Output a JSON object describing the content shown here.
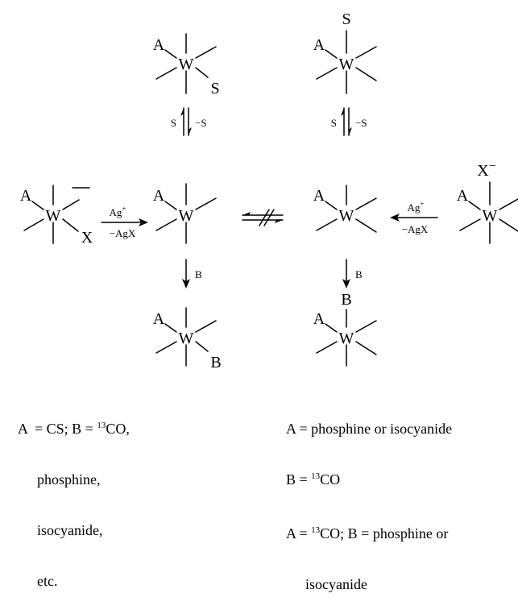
{
  "complexes": {
    "top_left": {
      "metal": "W",
      "ligand_a": "A",
      "ligand_b": "S"
    },
    "top_right": {
      "metal": "W",
      "ligand_a": "A",
      "ligand_b": "S"
    },
    "mid_far_left": {
      "metal": "W",
      "ligand_a": "A",
      "ligand_x": "X",
      "charge": "−"
    },
    "mid_left": {
      "metal": "W",
      "ligand_a": "A"
    },
    "mid_right": {
      "metal": "W",
      "ligand_a": "A"
    },
    "mid_far_right": {
      "metal": "W",
      "ligand_a": "A",
      "ligand_x": "X",
      "charge": "−"
    },
    "bottom_left": {
      "metal": "W",
      "ligand_a": "A",
      "ligand_b": "B"
    },
    "bottom_right": {
      "metal": "W",
      "ligand_a": "A",
      "ligand_b": "B"
    }
  },
  "arrows": {
    "solvent_left": {
      "forward": "S",
      "reverse": "−S"
    },
    "solvent_right": {
      "forward": "S",
      "reverse": "−S"
    },
    "silver_left": {
      "reagent": "Ag",
      "reagent_sup": "+",
      "byproduct": "−AgX"
    },
    "silver_right": {
      "reagent": "Ag",
      "reagent_sup": "+",
      "byproduct": "−AgX"
    },
    "add_b_left": {
      "reagent": "B"
    },
    "add_b_right": {
      "reagent": "B"
    },
    "no_exchange": {
      "symbol": "not-equilibrium"
    }
  },
  "captions": {
    "left": {
      "line1_pre": "A  = CS; B = ",
      "line1_sup": "13",
      "line1_post": "CO,",
      "line2": "phosphine,",
      "line3": "isocyanide,",
      "line4": "etc."
    },
    "right": {
      "line1": "A = phosphine or isocyanide",
      "line2_pre": "B = ",
      "line2_sup": "13",
      "line2_post": "CO",
      "line3_pre": "A = ",
      "line3_sup": "13",
      "line3_post": "CO; B = phosphine or",
      "line4": "isocyanide"
    }
  }
}
